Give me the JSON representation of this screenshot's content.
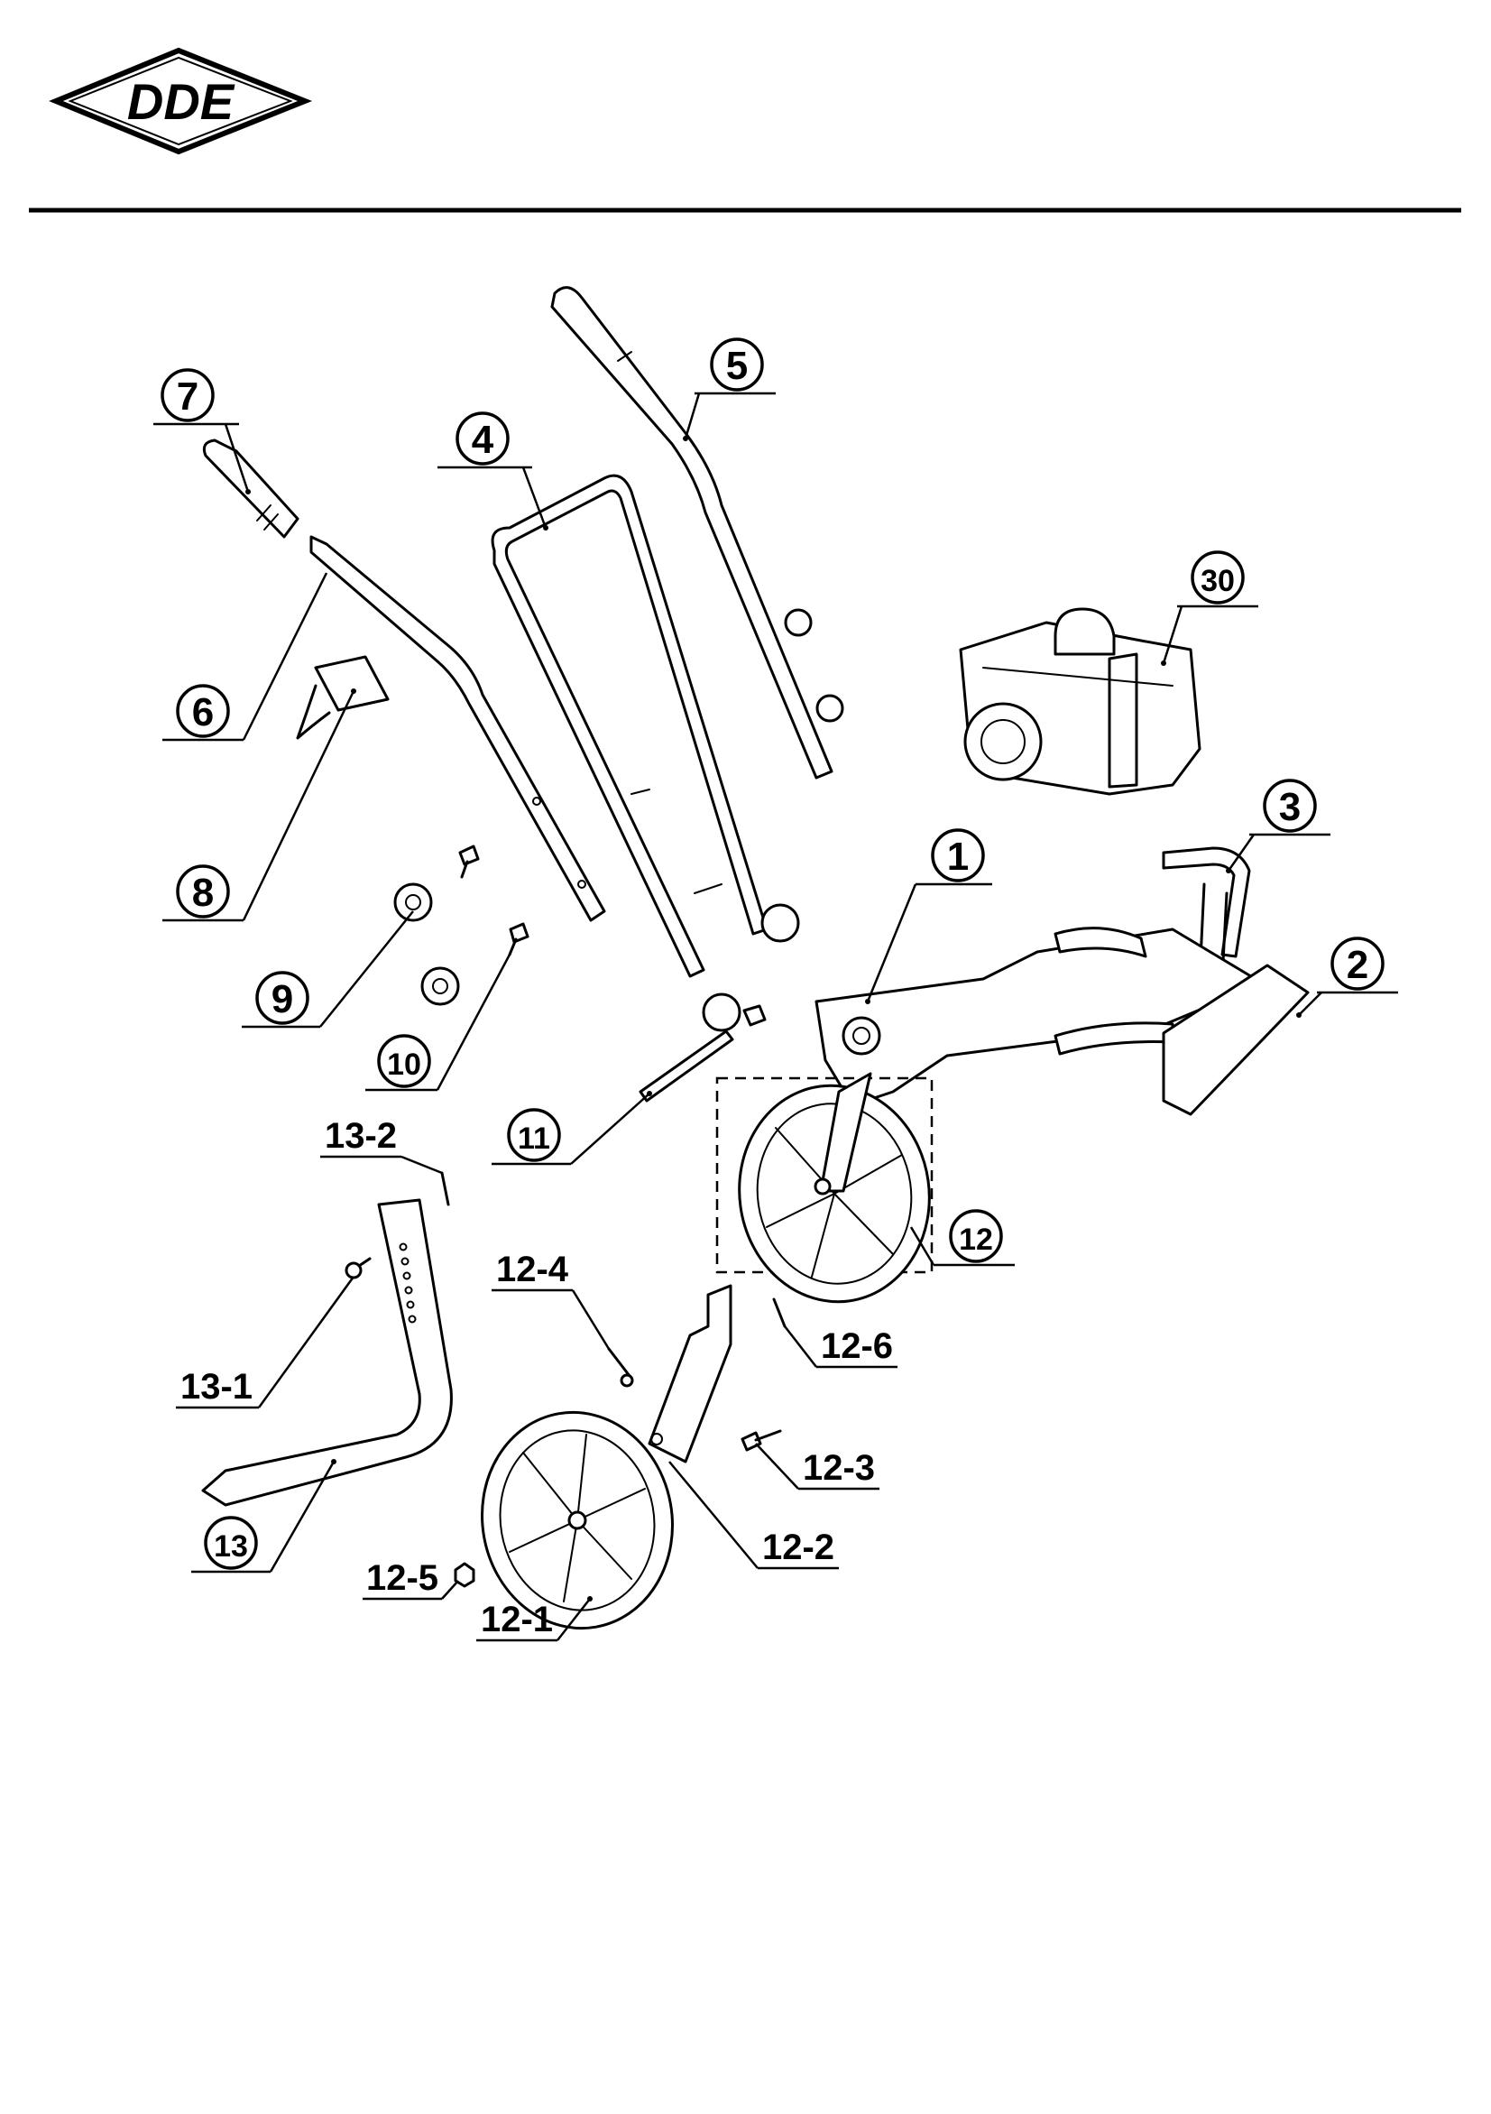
{
  "header": {
    "logo_text": "DDE"
  },
  "diagram": {
    "labels": {
      "p1": "1",
      "p2": "2",
      "p3": "3",
      "p4": "4",
      "p5": "5",
      "p6": "6",
      "p7": "7",
      "p8": "8",
      "p9": "9",
      "p10": "10",
      "p11": "11",
      "p12": "12",
      "p13": "13",
      "p30": "30",
      "p12_1": "12-1",
      "p12_2": "12-2",
      "p12_3": "12-3",
      "p12_4": "12-4",
      "p12_5": "12-5",
      "p12_6": "12-6",
      "p13_1": "13-1",
      "p13_2": "13-2"
    }
  }
}
